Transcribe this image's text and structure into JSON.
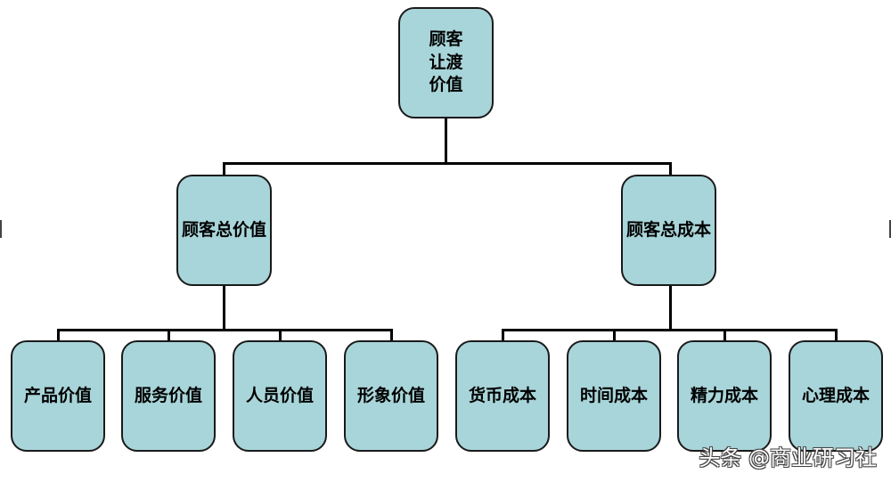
{
  "root": {
    "label": "顾客让渡价值"
  },
  "branches": [
    {
      "label": "顾客总价值",
      "children": [
        "产品价值",
        "服务价值",
        "人员价值",
        "形象价值"
      ]
    },
    {
      "label": "顾客总成本",
      "children": [
        "货币成本",
        "时间成本",
        "精力成本",
        "心理成本"
      ]
    }
  ],
  "watermark": "头条 @商业研习社",
  "colors": {
    "node_fill": "#a8d5d9",
    "node_border": "#1a1a1a",
    "connector": "#000000",
    "background": "#ffffff"
  }
}
